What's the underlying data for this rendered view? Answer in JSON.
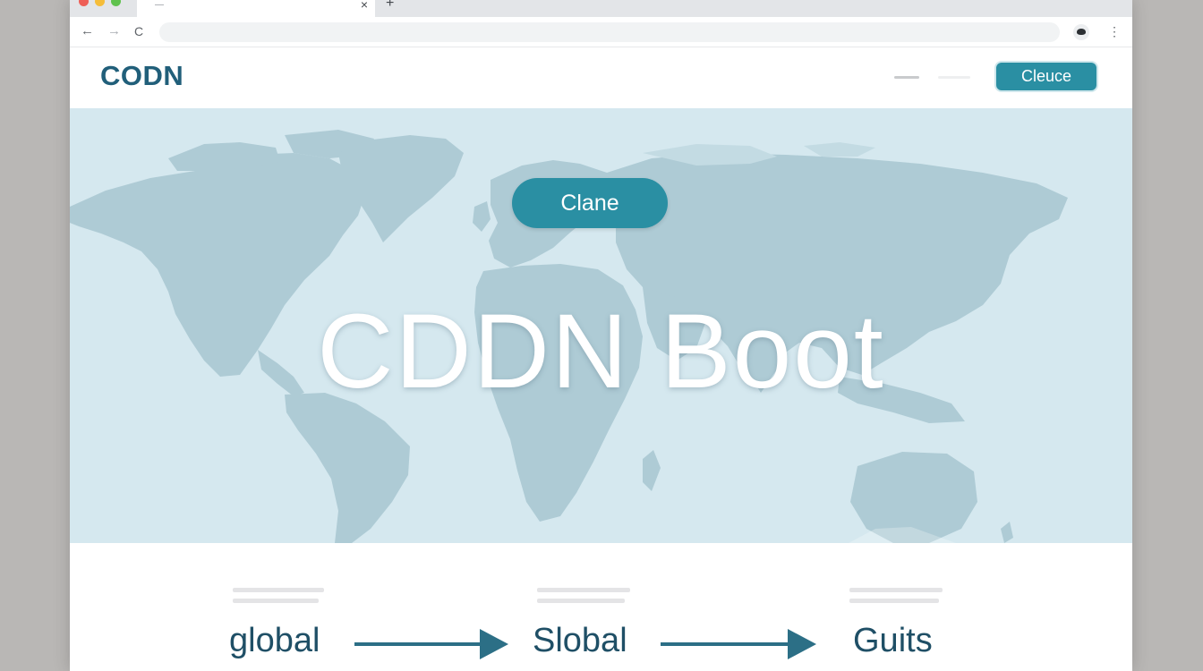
{
  "browser": {
    "tab_title": "—",
    "tab_close": "×",
    "new_tab": "+",
    "back": "←",
    "forward": "→",
    "reload": "C",
    "menu": "⋮",
    "address_value": ""
  },
  "header": {
    "logo": "CODN",
    "cta_label": "Cleuce"
  },
  "hero": {
    "cta_label": "Clane",
    "title": "CDDN Boot"
  },
  "flow": {
    "steps": [
      {
        "label": "global"
      },
      {
        "label": "Slobal"
      },
      {
        "label": "Guits"
      }
    ]
  },
  "colors": {
    "accent": "#2a8fa3",
    "brand_text": "#215f7a",
    "hero_bg": "#d5e8ef",
    "map_land": "#aecbd5",
    "flow_text": "#1f4f66"
  },
  "icons": [
    "back-arrow-icon",
    "forward-arrow-icon",
    "reload-icon",
    "profile-icon",
    "kebab-menu-icon",
    "close-icon",
    "plus-icon",
    "world-map",
    "right-arrow-icon"
  ]
}
